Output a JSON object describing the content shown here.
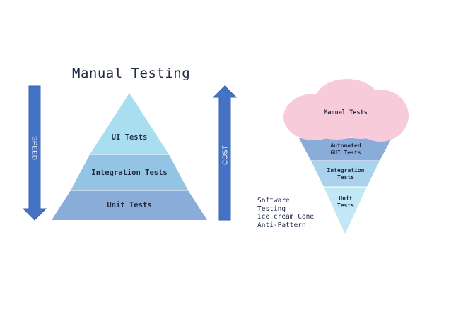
{
  "title": "Manual Testing",
  "pyramid": {
    "layers": [
      {
        "label": "UI Tests"
      },
      {
        "label": "Integration Tests"
      },
      {
        "label": "Unit Tests"
      }
    ]
  },
  "arrows": {
    "speed_label": "SPEED",
    "cost_label": "COST"
  },
  "cone": {
    "cloud_lines": [
      "Manual Tests"
    ],
    "bands": [
      {
        "lines": [
          "Automated",
          "GUI Tests"
        ]
      },
      {
        "lines": [
          "Integration",
          "Tests"
        ]
      },
      {
        "lines": [
          "Unit",
          "Tests"
        ]
      }
    ]
  },
  "caption": [
    "Software",
    "Testing",
    "ice cream Cone",
    "Anti-Pattern"
  ],
  "colors": {
    "pyramid_top": "#a9ddf0",
    "pyramid_mid": "#94c4e4",
    "pyramid_bottom": "#8aacd8",
    "arrow": "#4472c4",
    "cloud": "#f7cbd9",
    "cone_band1": "#8aacd8",
    "cone_band2": "#a9d3ec",
    "cone_band3": "#c3e8f5",
    "text": "#1f2a44"
  }
}
